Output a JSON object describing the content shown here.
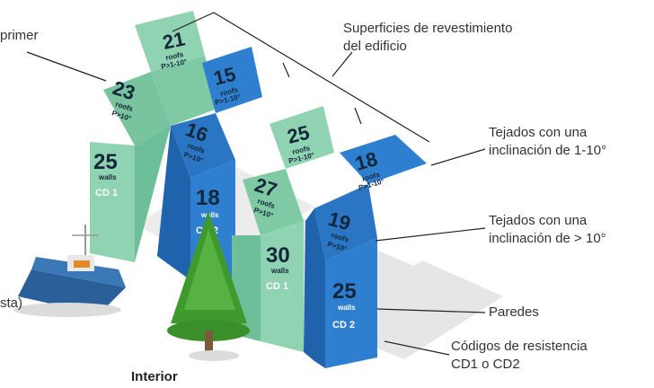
{
  "callouts": {
    "primer": "primer",
    "superficies_1": "Superficies de revestimiento",
    "superficies_2": "del edificio",
    "tejados_low_1": "Tejados con una",
    "tejados_low_2": "inclinación de 1-10°",
    "tejados_high_1": "Tejados con una",
    "tejados_high_2": "inclinación de > 10°",
    "paredes": "Paredes",
    "codigos_1": "Códigos de resistencia",
    "codigos_2": "CD1 o CD2",
    "costa": "sta)",
    "interior": "Interior"
  },
  "panels": [
    {
      "id": "left-green",
      "roof_low": "21",
      "roof_low_label": "roofs",
      "roof_low_p": "P>1-10°",
      "roof_high": "23",
      "roof_high_label": "roofs",
      "roof_high_p": "P>10°",
      "wall": "25",
      "wall_label": "walls",
      "code": "CD 1"
    },
    {
      "id": "left-blue",
      "roof_low": "15",
      "roof_low_label": "roofs",
      "roof_low_p": "P>1-10°",
      "roof_high": "16",
      "roof_high_label": "roofs",
      "roof_high_p": "P>10°",
      "wall": "18",
      "wall_label": "walls",
      "code": "CD 2"
    },
    {
      "id": "right-green",
      "roof_low": "25",
      "roof_low_label": "roofs",
      "roof_low_p": "P>1-10°",
      "roof_high": "27",
      "roof_high_label": "roofs",
      "roof_high_p": "P>10°",
      "wall": "30",
      "wall_label": "walls",
      "code": "CD 1"
    },
    {
      "id": "right-blue",
      "roof_low": "18",
      "roof_low_label": "roofs",
      "roof_low_p": "P>1-10°",
      "roof_high": "19",
      "roof_high_label": "roofs",
      "roof_high_p": "P>10°",
      "wall": "25",
      "wall_label": "walls",
      "code": "CD 2"
    }
  ],
  "colors": {
    "green": "#8fd3b2",
    "green_dark": "#6cbf98",
    "blue": "#2f7fd0",
    "blue_dark": "#1f63ad",
    "shadow": "#e3e3e3",
    "tree": "#3f9a2e",
    "boat": "#2b5f99"
  }
}
